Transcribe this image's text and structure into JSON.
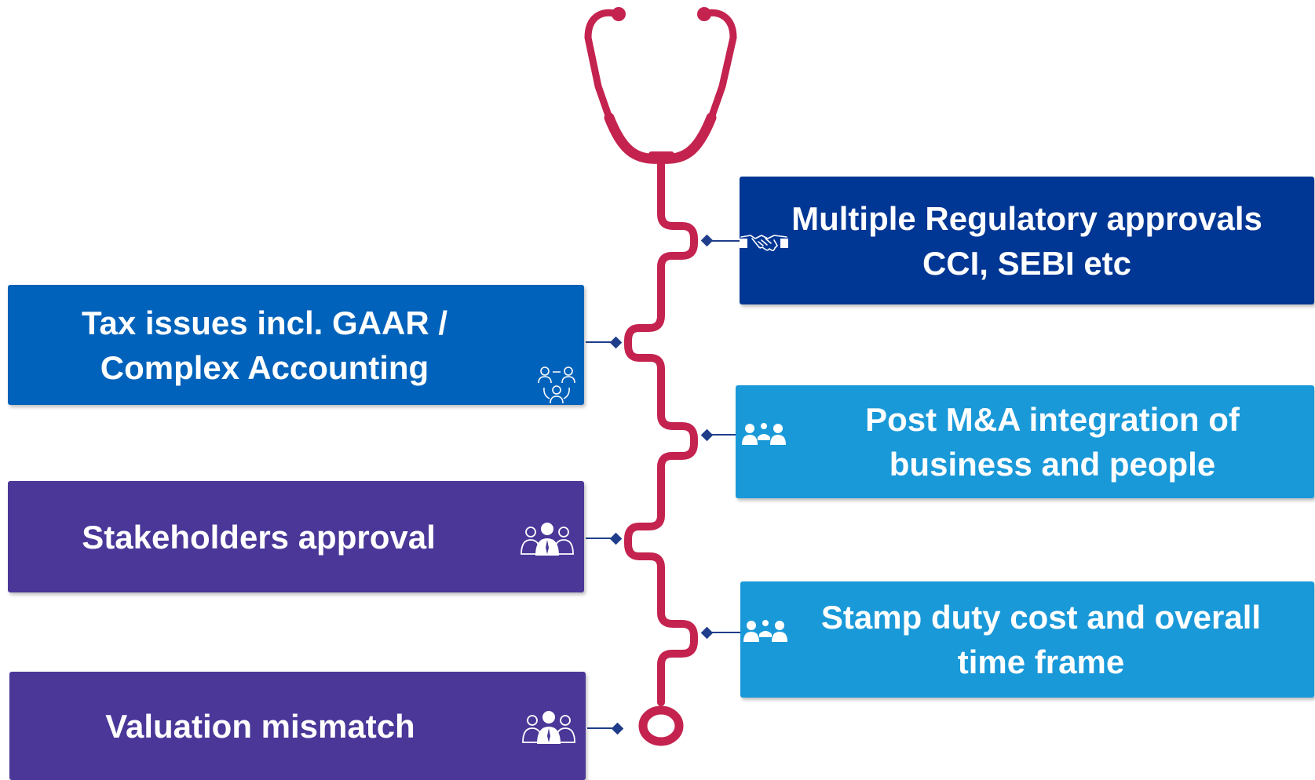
{
  "colors": {
    "stethoscope": "#C4234F",
    "connector": "#1F3D8A",
    "regulatory": "#003694",
    "tax": "#0062BA",
    "post_ma": "#1A99D9",
    "stakeholders": "#4A3798",
    "stamp": "#1A99D9",
    "valuation": "#4A3798"
  },
  "boxes": {
    "regulatory": {
      "line1": "Multiple Regulatory approvals",
      "line2": "CCI, SEBI etc",
      "icon": "handshake-icon"
    },
    "tax": {
      "line1": "Tax issues incl. GAAR /",
      "line2": "Complex Accounting",
      "icon": "team-network-icon"
    },
    "post_ma": {
      "line1": "Post M&A integration of",
      "line2": "business and people",
      "icon": "meeting-icon"
    },
    "stakeholders": {
      "line1": "Stakeholders approval",
      "icon": "group-people-icon"
    },
    "stamp": {
      "line1": "Stamp duty cost and overall",
      "line2": "time frame",
      "icon": "meeting-icon"
    },
    "valuation": {
      "line1": "Valuation mismatch",
      "icon": "group-people-icon"
    }
  }
}
